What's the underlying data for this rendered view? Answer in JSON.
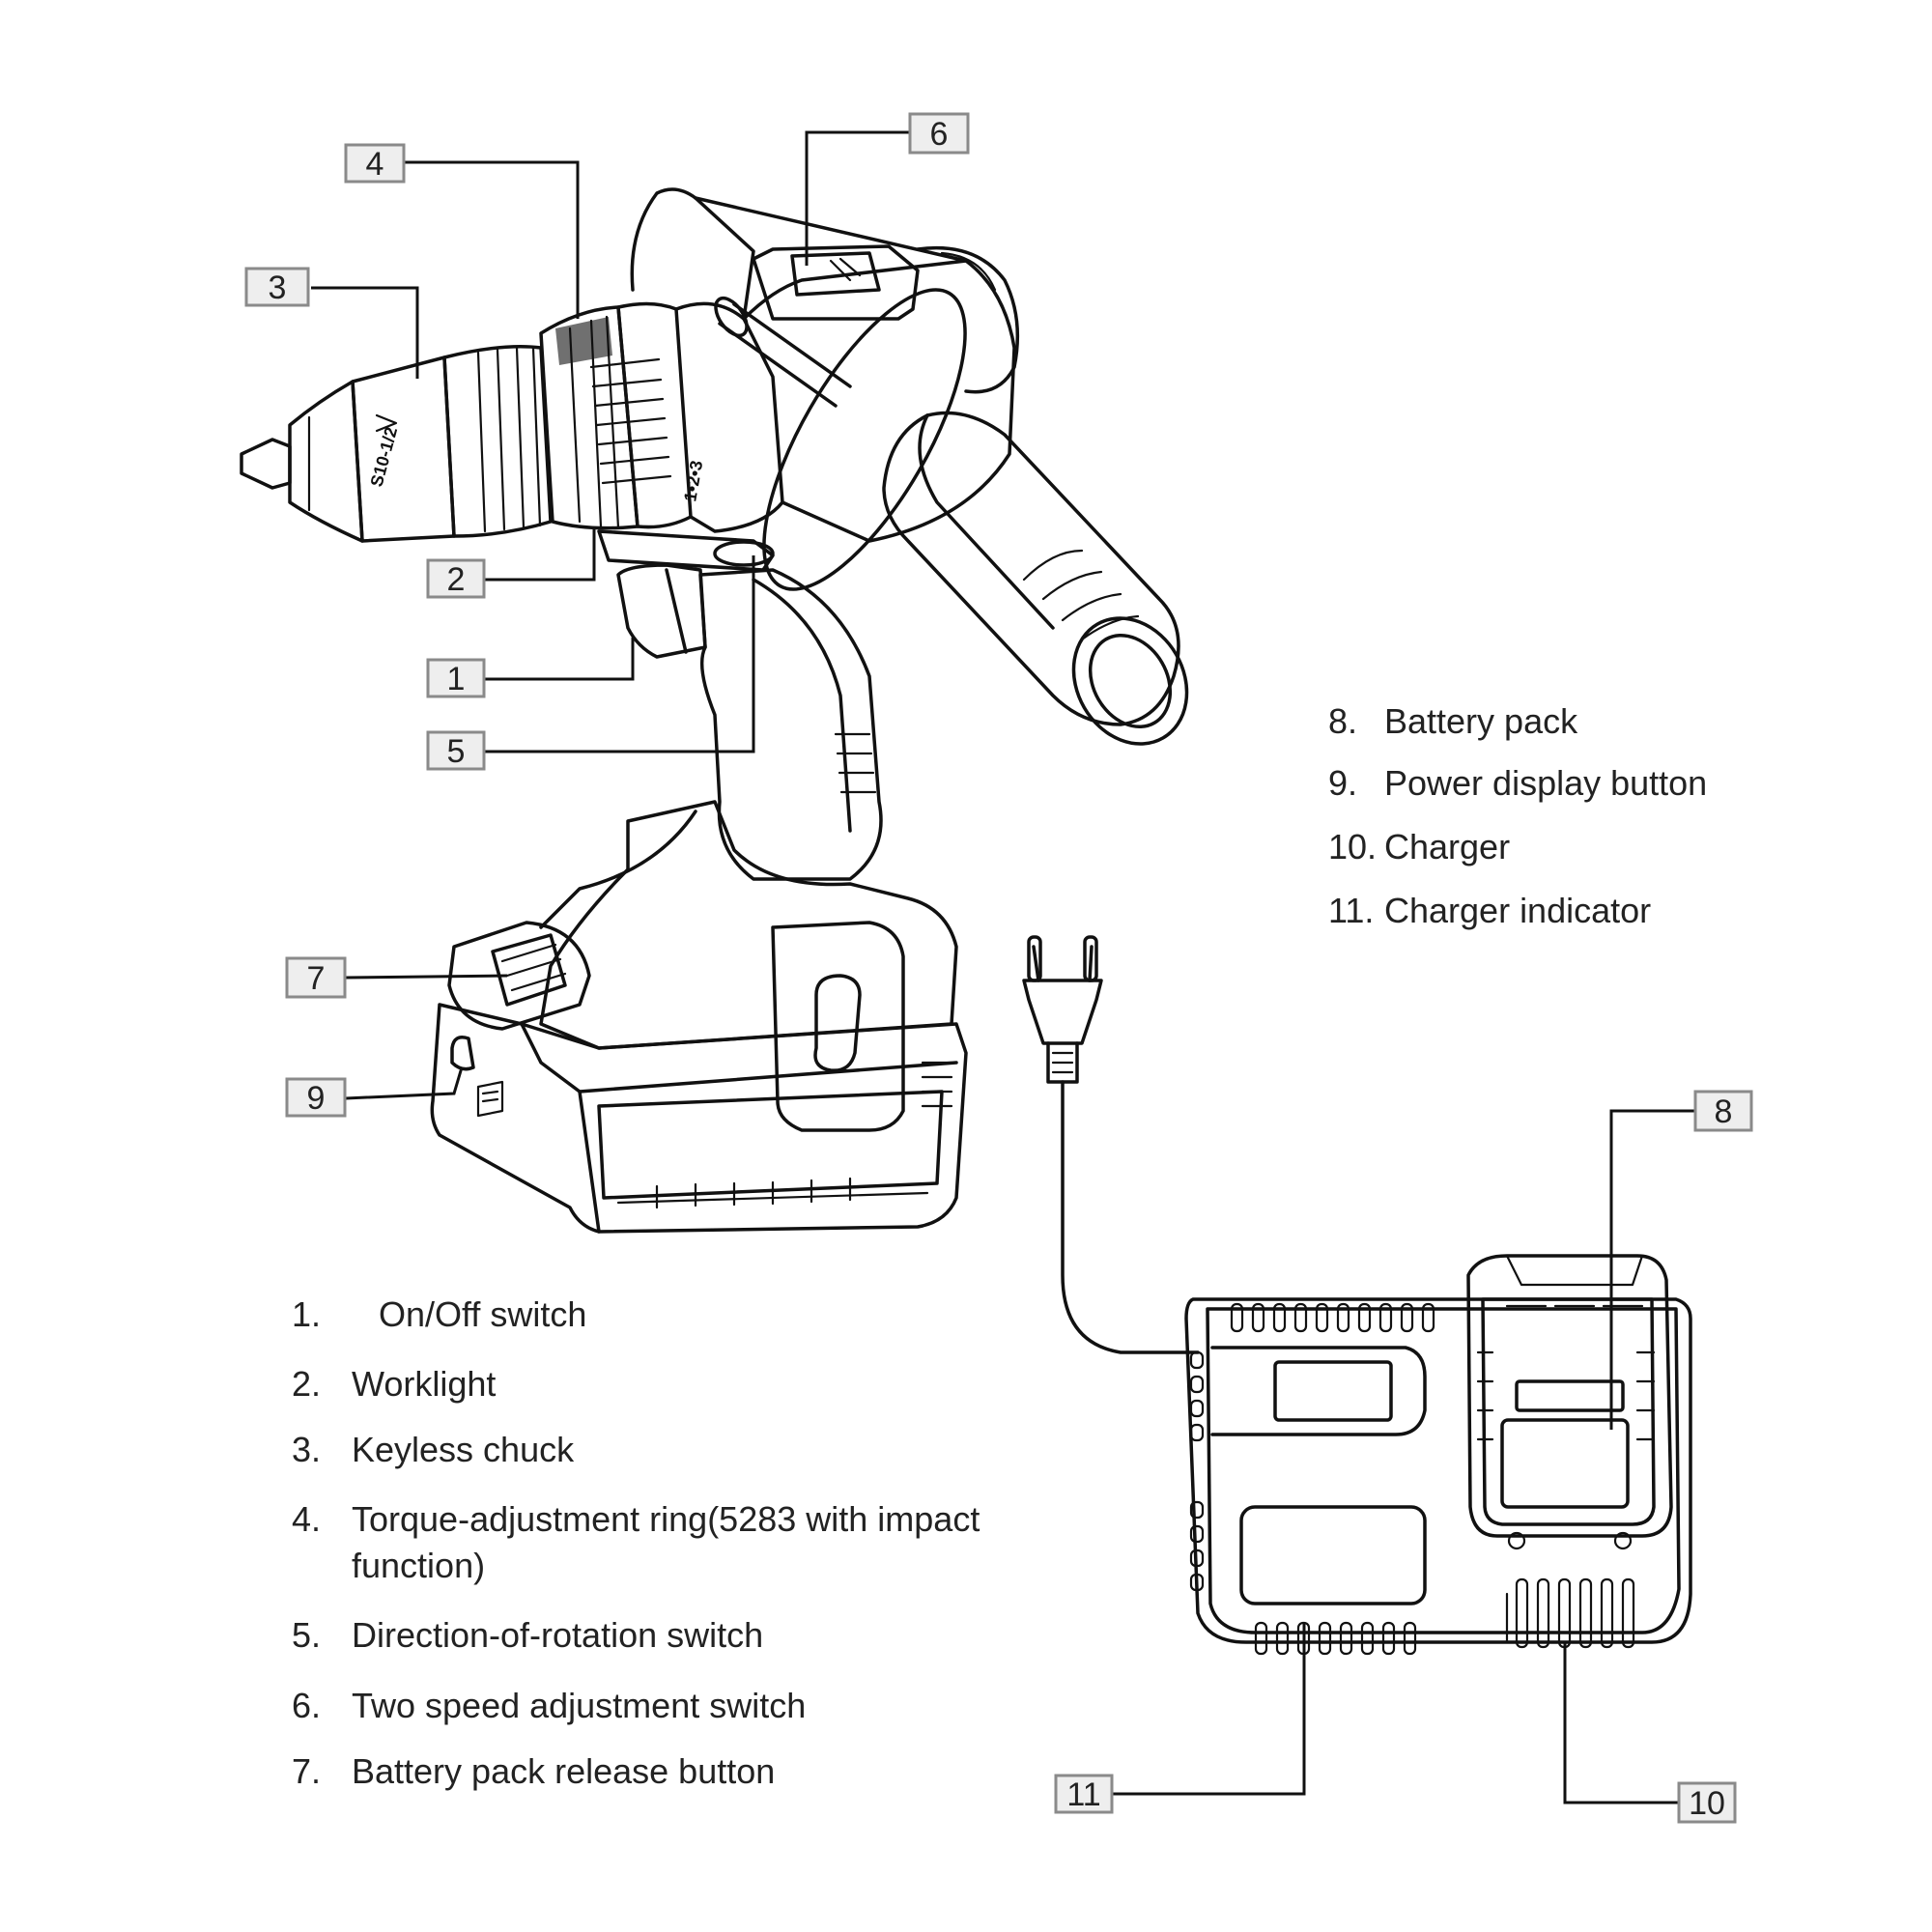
{
  "callouts": {
    "c1": "1",
    "c2": "2",
    "c3": "3",
    "c4": "4",
    "c5": "5",
    "c6": "6",
    "c7": "7",
    "c8": "8",
    "c9": "9",
    "c10": "10",
    "c11": "11"
  },
  "parts_legend": [
    {
      "num": "1.",
      "label": "On/Off switch"
    },
    {
      "num": "2.",
      "label": "Worklight"
    },
    {
      "num": "3.",
      "label": "Keyless chuck"
    },
    {
      "num": "4.",
      "label": "Torque-adjustment ring(5283 with impact",
      "label2": "function)"
    },
    {
      "num": "5.",
      "label": "Direction-of-rotation switch"
    },
    {
      "num": "6.",
      "label": "Two speed adjustment switch"
    },
    {
      "num": "7.",
      "label": "Battery pack release button"
    }
  ],
  "accessories_legend": [
    {
      "num": "8.",
      "label": "Battery pack"
    },
    {
      "num": "9.",
      "label": "Power display button"
    },
    {
      "num": "10.",
      "label": "Charger"
    },
    {
      "num": "11.",
      "label": "Charger indicator"
    }
  ],
  "chuck_marking": "S10-1/2",
  "torque_marking": "1•2•3"
}
